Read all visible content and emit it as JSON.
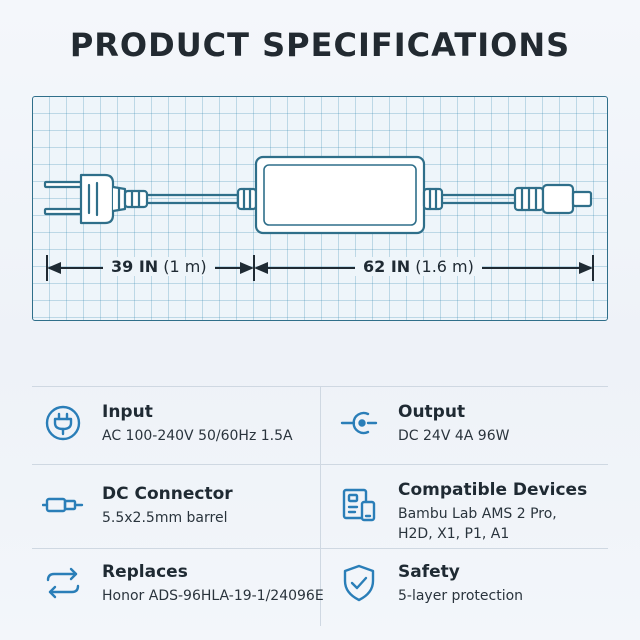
{
  "title": "PRODUCT SPECIFICATIONS",
  "diagram": {
    "left_length_bold": "39 IN",
    "left_length_metric": "(1 m)",
    "right_length_bold": "62 IN",
    "right_length_metric": "(1.6 m)"
  },
  "colors": {
    "accent": "#2a7eb8",
    "line": "#2f6f8a",
    "text": "#1f2a33"
  },
  "specs": [
    {
      "icon": "plug-icon",
      "heading": "Input",
      "desc": [
        "AC 100-240V 50/60Hz 1.5A"
      ]
    },
    {
      "icon": "dc-output-icon",
      "heading": "Output",
      "desc": [
        "DC 24V 4A 96W"
      ]
    },
    {
      "icon": "dc-connector-icon",
      "heading": "DC Connector",
      "desc": [
        "5.5x2.5mm barrel"
      ]
    },
    {
      "icon": "devices-icon",
      "heading": "Compatible Devices",
      "desc": [
        "Bambu Lab AMS 2 Pro,",
        "H2D, X1, P1, A1"
      ]
    },
    {
      "icon": "swap-arrows-icon",
      "heading": "Replaces",
      "desc": [
        "Honor ADS-96HLA-19-1/24096E"
      ]
    },
    {
      "icon": "shield-check-icon",
      "heading": "Safety",
      "desc": [
        "5-layer protection"
      ]
    }
  ]
}
